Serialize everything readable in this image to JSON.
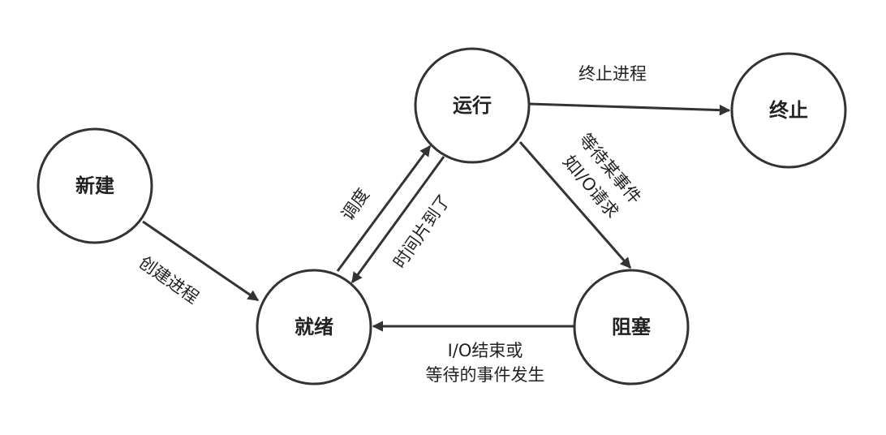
{
  "nodes": {
    "new": "新建",
    "ready": "就绪",
    "running": "运行",
    "terminated": "终止",
    "blocked": "阻塞"
  },
  "edges": {
    "create": "创建进程",
    "dispatch": "调度",
    "timeout": "时间片到了",
    "exit": "终止进程",
    "wait_line1": "等待某事件",
    "wait_line2": "如I/O请求",
    "wakeup_line1": "I/O结束或",
    "wakeup_line2": "等待的事件发生"
  },
  "colors": {
    "stroke": "#333333",
    "background": "#ffffff"
  }
}
